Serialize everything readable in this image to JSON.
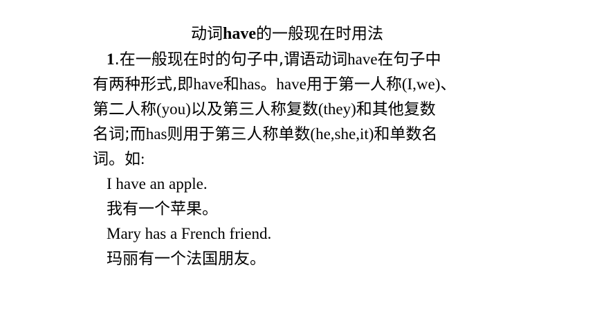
{
  "title": {
    "part1": "动词",
    "part2": "have",
    "part3": "的一般现在时用法"
  },
  "paragraph": {
    "number": "1",
    "lines": [
      [
        {
          "t": ".在一般现在时的句子中,谓语动词",
          "en": false
        },
        {
          "t": "have",
          "en": true
        },
        {
          "t": "在句子中",
          "en": false
        }
      ],
      [
        {
          "t": "有两种形式,即",
          "en": false
        },
        {
          "t": "have",
          "en": true
        },
        {
          "t": "和",
          "en": false
        },
        {
          "t": "has",
          "en": true
        },
        {
          "t": "。",
          "en": false
        },
        {
          "t": "have",
          "en": true
        },
        {
          "t": "用于第一人称",
          "en": false
        },
        {
          "t": "(I,we)",
          "en": true
        },
        {
          "t": "、",
          "en": false
        }
      ],
      [
        {
          "t": "第二人称",
          "en": false
        },
        {
          "t": "(you)",
          "en": true
        },
        {
          "t": "以及第三人称复数",
          "en": false
        },
        {
          "t": "(they)",
          "en": true
        },
        {
          "t": "和其他复数",
          "en": false
        }
      ],
      [
        {
          "t": "名词;而",
          "en": false
        },
        {
          "t": "has",
          "en": true
        },
        {
          "t": "则用于第三人称单数",
          "en": false
        },
        {
          "t": "(he,she,it)",
          "en": true
        },
        {
          "t": "和单数名",
          "en": false
        }
      ],
      [
        {
          "t": "词。如",
          "en": false
        },
        {
          "t": ":",
          "en": true
        }
      ]
    ]
  },
  "examples": [
    {
      "text": "I have an apple.",
      "en": true
    },
    {
      "text": "我有一个苹果。",
      "en": false
    },
    {
      "text": "Mary has a French friend.",
      "en": true
    },
    {
      "text": "玛丽有一个法国朋友。",
      "en": false
    }
  ]
}
